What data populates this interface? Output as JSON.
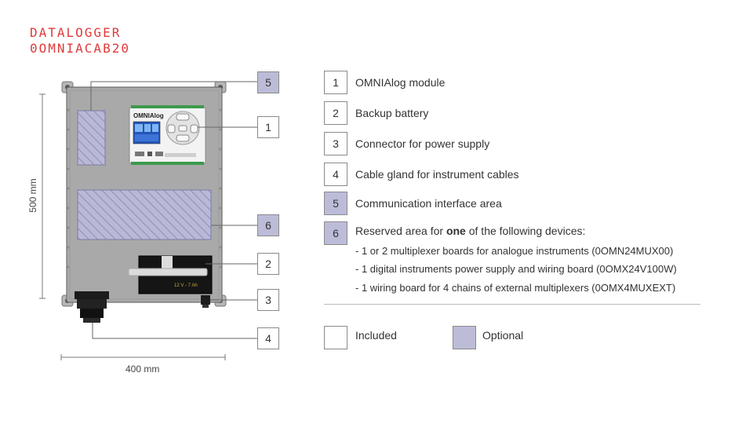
{
  "title": {
    "line1": "DATALOGGER",
    "line2": "0OMNIACAB20"
  },
  "dimensions": {
    "height": "500 mm",
    "width": "400 mm"
  },
  "module_brand": "OMNIAlog",
  "battery_label": "12 V - 7 Ah",
  "callouts": [
    {
      "n": "5",
      "optional": true
    },
    {
      "n": "1",
      "optional": false
    },
    {
      "n": "6",
      "optional": true
    },
    {
      "n": "2",
      "optional": false
    },
    {
      "n": "3",
      "optional": false
    },
    {
      "n": "4",
      "optional": false
    }
  ],
  "legend": [
    {
      "n": "1",
      "text": "OMNIAlog module",
      "optional": false
    },
    {
      "n": "2",
      "text": "Backup battery",
      "optional": false
    },
    {
      "n": "3",
      "text": "Connector for power supply",
      "optional": false
    },
    {
      "n": "4",
      "text": "Cable gland for instrument cables",
      "optional": false
    },
    {
      "n": "5",
      "text": "Communication interface area",
      "optional": true
    },
    {
      "n": "6",
      "text_before": "Reserved area for ",
      "text_bold": "one",
      "text_after": " of the following devices:",
      "optional": true
    }
  ],
  "devices": [
    "- 1 or 2 multiplexer boards for analogue instruments (0OMN24MUX00)",
    "- 1 digital instruments power supply and wiring board (0OMX24V100W)",
    "- 1 wiring board for 4 chains of external multiplexers (0OMX4MUXEXT)"
  ],
  "key": {
    "included": "Included",
    "optional": "Optional"
  },
  "colors": {
    "title": "#e03a3a",
    "optional_fill": "#bcbcd9",
    "enclosure": "#a9a9a9"
  }
}
